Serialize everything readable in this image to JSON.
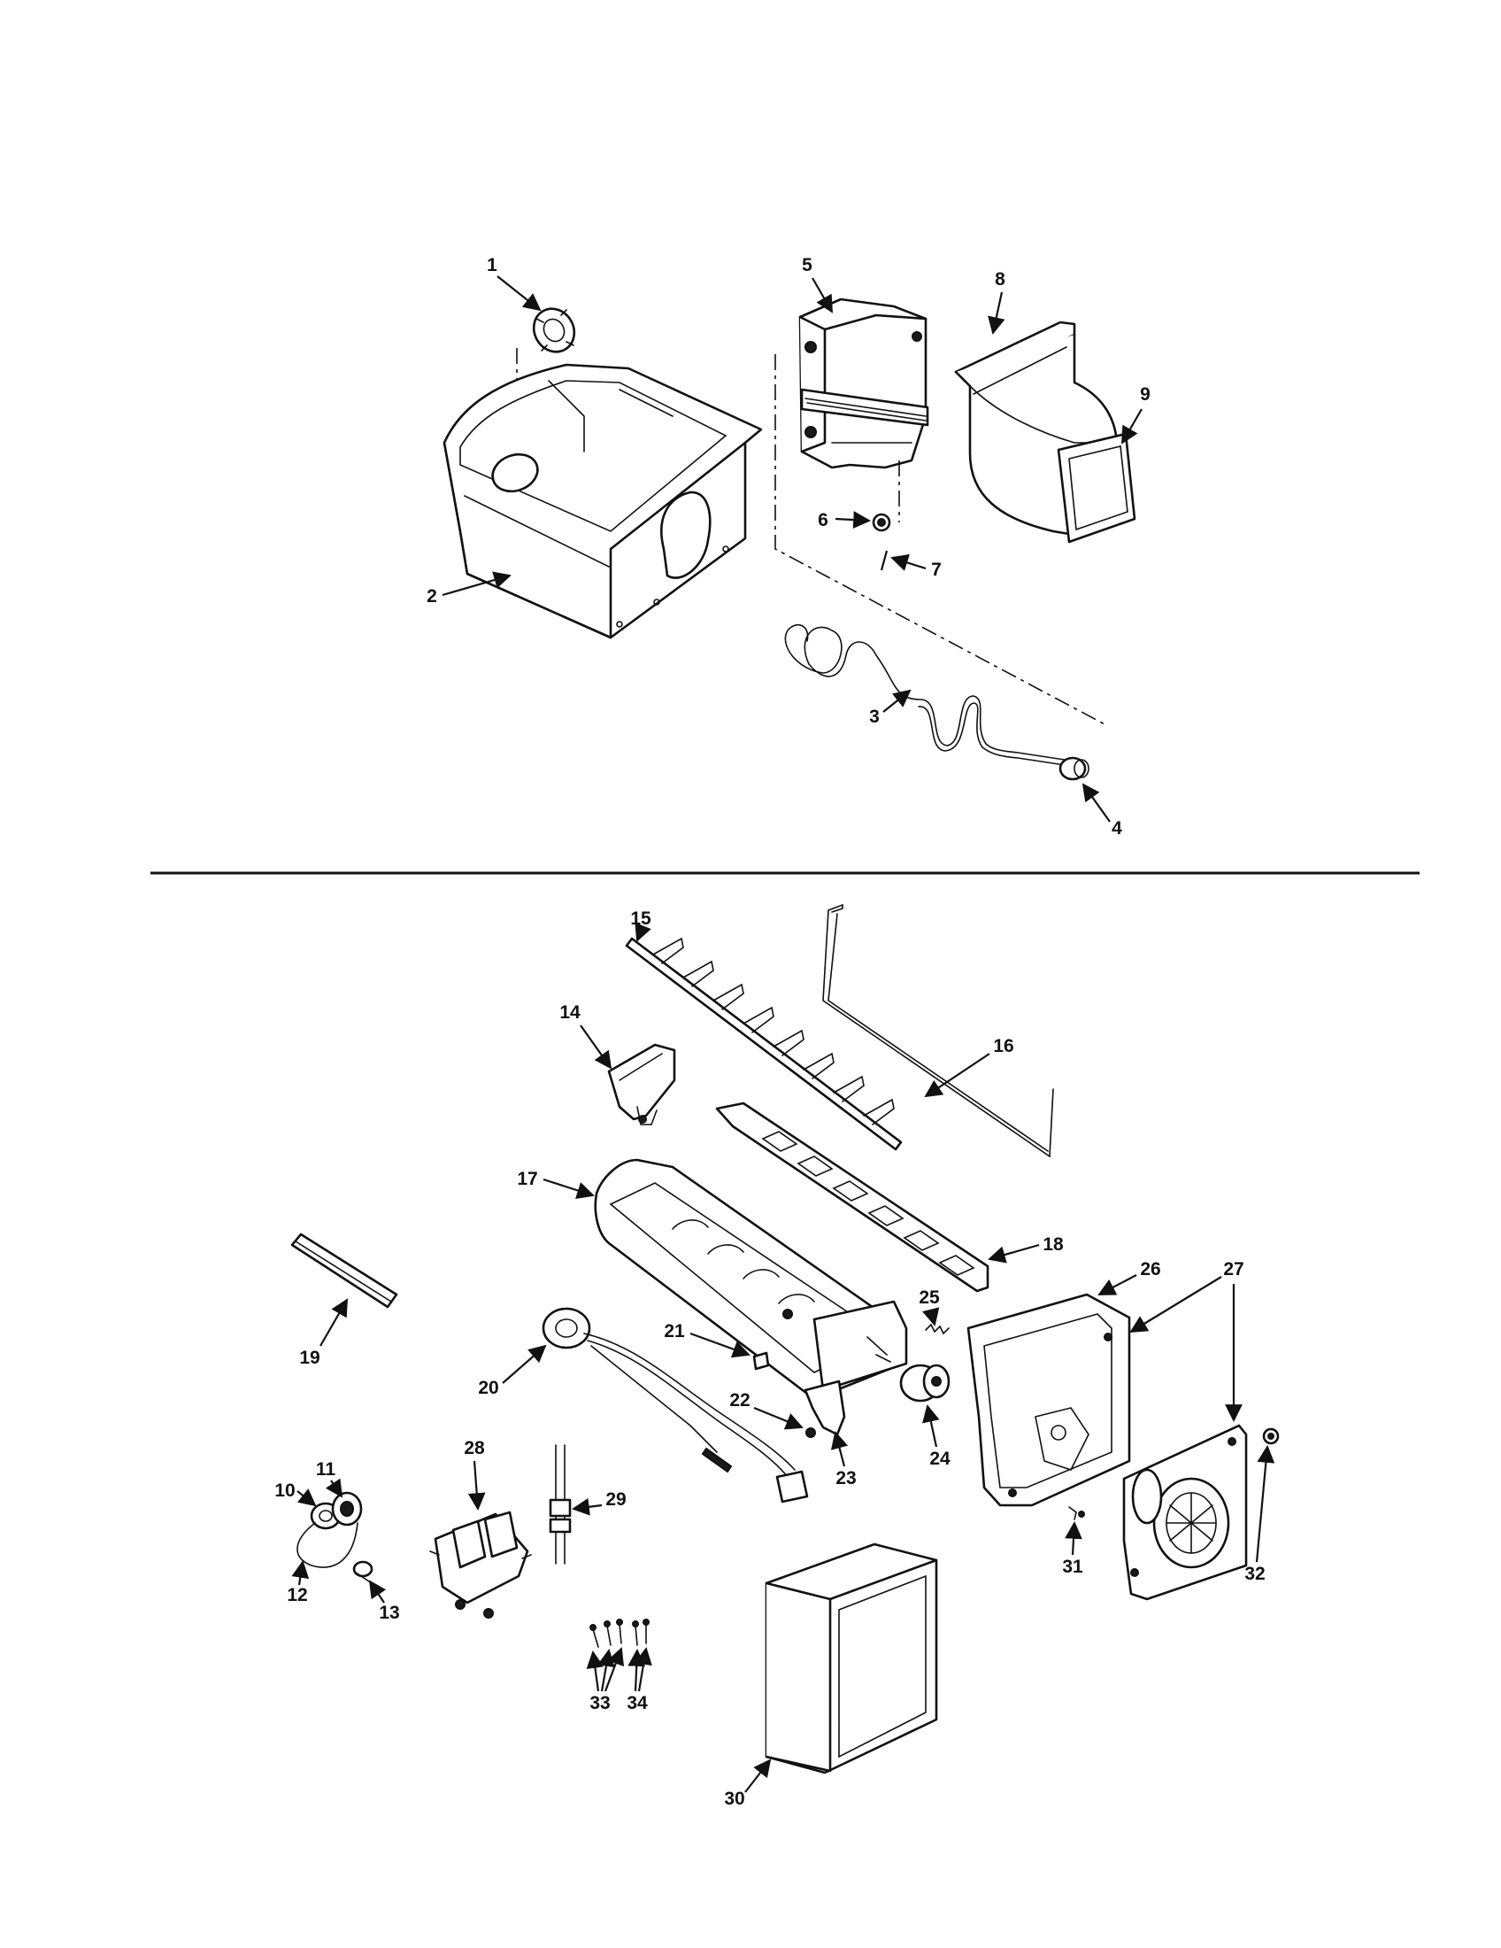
{
  "figure": {
    "upper_assembly": {
      "callouts": [
        "1",
        "2",
        "3",
        "4",
        "5",
        "6",
        "7",
        "8",
        "9"
      ]
    },
    "lower_assembly": {
      "callouts": [
        "10",
        "11",
        "12",
        "13",
        "14",
        "15",
        "16",
        "17",
        "18",
        "19",
        "20",
        "21",
        "22",
        "23",
        "24",
        "25",
        "26",
        "27",
        "28",
        "29",
        "30",
        "31",
        "32",
        "33",
        "34"
      ]
    }
  },
  "colors": {
    "ink": "#111111",
    "paper": "#ffffff"
  }
}
